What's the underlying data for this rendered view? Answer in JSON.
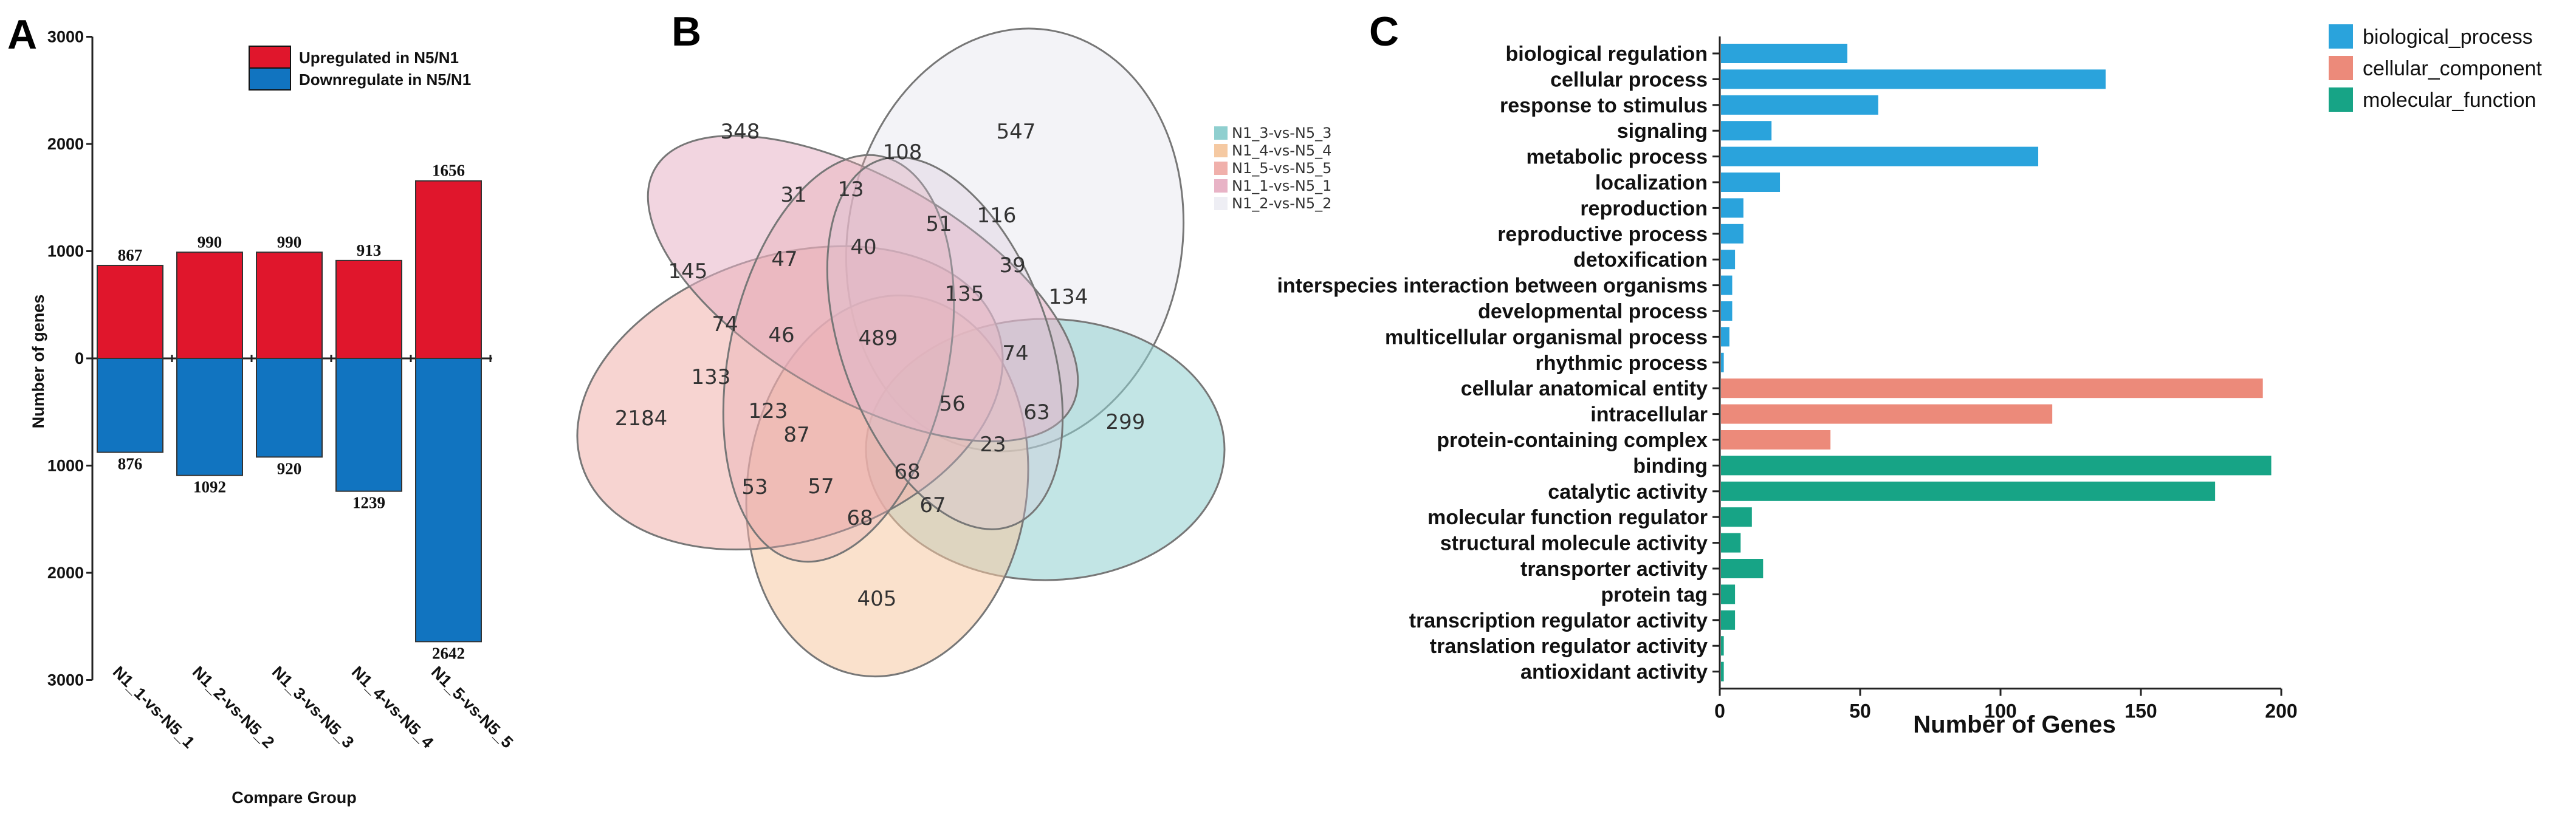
{
  "panels": {
    "a": "A",
    "b": "B",
    "c": "C"
  },
  "chart_data": [
    {
      "type": "bar",
      "xlabel": "Compare Group",
      "ylabel": "Number of genes",
      "ylim": [
        -3000,
        3000
      ],
      "yticks": [
        3000,
        2000,
        1000,
        0,
        1000,
        2000,
        3000
      ],
      "categories": [
        "N1_1-vs-N5_1",
        "N1_2-vs-N5_2",
        "N1_3-vs-N5_3",
        "N1_4-vs-N5_4",
        "N1_5-vs-N5_5"
      ],
      "series": [
        {
          "name": "Upregulated in N5/N1",
          "color": "#e0162c",
          "values": [
            867,
            990,
            990,
            913,
            1656
          ]
        },
        {
          "name": "Downregulate in N5/N1",
          "color": "#1174c0",
          "values": [
            876,
            1092,
            920,
            1239,
            2642
          ]
        }
      ],
      "legend_position": "top-right"
    },
    {
      "type": "venn",
      "sets": [
        {
          "name": "N1_3-vs-N5_3",
          "color": "#8fcfcf"
        },
        {
          "name": "N1_4-vs-N5_4",
          "color": "#f5c9a2"
        },
        {
          "name": "N1_5-vs-N5_5",
          "color": "#f0b0ab"
        },
        {
          "name": "N1_1-vs-N5_1",
          "color": "#e8b3c6"
        },
        {
          "name": "N1_2-vs-N5_2",
          "color": "#eeeef4"
        }
      ],
      "region_counts": [
        "348",
        "547",
        "2184",
        "299",
        "405",
        "108",
        "31",
        "13",
        "51",
        "116",
        "145",
        "47",
        "40",
        "39",
        "134",
        "135",
        "74",
        "46",
        "489",
        "74",
        "133",
        "123",
        "87",
        "56",
        "63",
        "23",
        "53",
        "57",
        "68",
        "68",
        "67"
      ],
      "legend_position": "right"
    },
    {
      "type": "bar",
      "orientation": "horizontal",
      "xlabel": "Number of Genes",
      "xlim": [
        0,
        200
      ],
      "xticks": [
        0,
        50,
        100,
        150,
        200
      ],
      "categories": [
        "biological regulation",
        "cellular process",
        "response to stimulus",
        "signaling",
        "metabolic process",
        "localization",
        "reproduction",
        "reproductive process",
        "detoxification",
        "interspecies interaction between organisms",
        "developmental process",
        "multicellular organismal process",
        "rhythmic process",
        "cellular anatomical entity",
        "intracellular",
        "protein-containing complex",
        "binding",
        "catalytic activity",
        "molecular function regulator",
        "structural molecule activity",
        "transporter activity",
        "protein tag",
        "transcription regulator activity",
        "translation regulator activity",
        "antioxidant activity"
      ],
      "values": [
        45,
        137,
        56,
        18,
        113,
        21,
        8,
        8,
        5,
        4,
        4,
        3,
        1,
        193,
        118,
        39,
        196,
        176,
        11,
        7,
        15,
        5,
        5,
        1,
        1
      ],
      "groups": [
        "biological_process",
        "biological_process",
        "biological_process",
        "biological_process",
        "biological_process",
        "biological_process",
        "biological_process",
        "biological_process",
        "biological_process",
        "biological_process",
        "biological_process",
        "biological_process",
        "biological_process",
        "cellular_component",
        "cellular_component",
        "cellular_component",
        "molecular_function",
        "molecular_function",
        "molecular_function",
        "molecular_function",
        "molecular_function",
        "molecular_function",
        "molecular_function",
        "molecular_function",
        "molecular_function"
      ],
      "legend": [
        {
          "name": "biological_process",
          "color": "#2aa3dc"
        },
        {
          "name": "cellular_component",
          "color": "#ec8a7a"
        },
        {
          "name": "molecular_function",
          "color": "#17a486"
        }
      ],
      "legend_position": "top-right"
    }
  ]
}
